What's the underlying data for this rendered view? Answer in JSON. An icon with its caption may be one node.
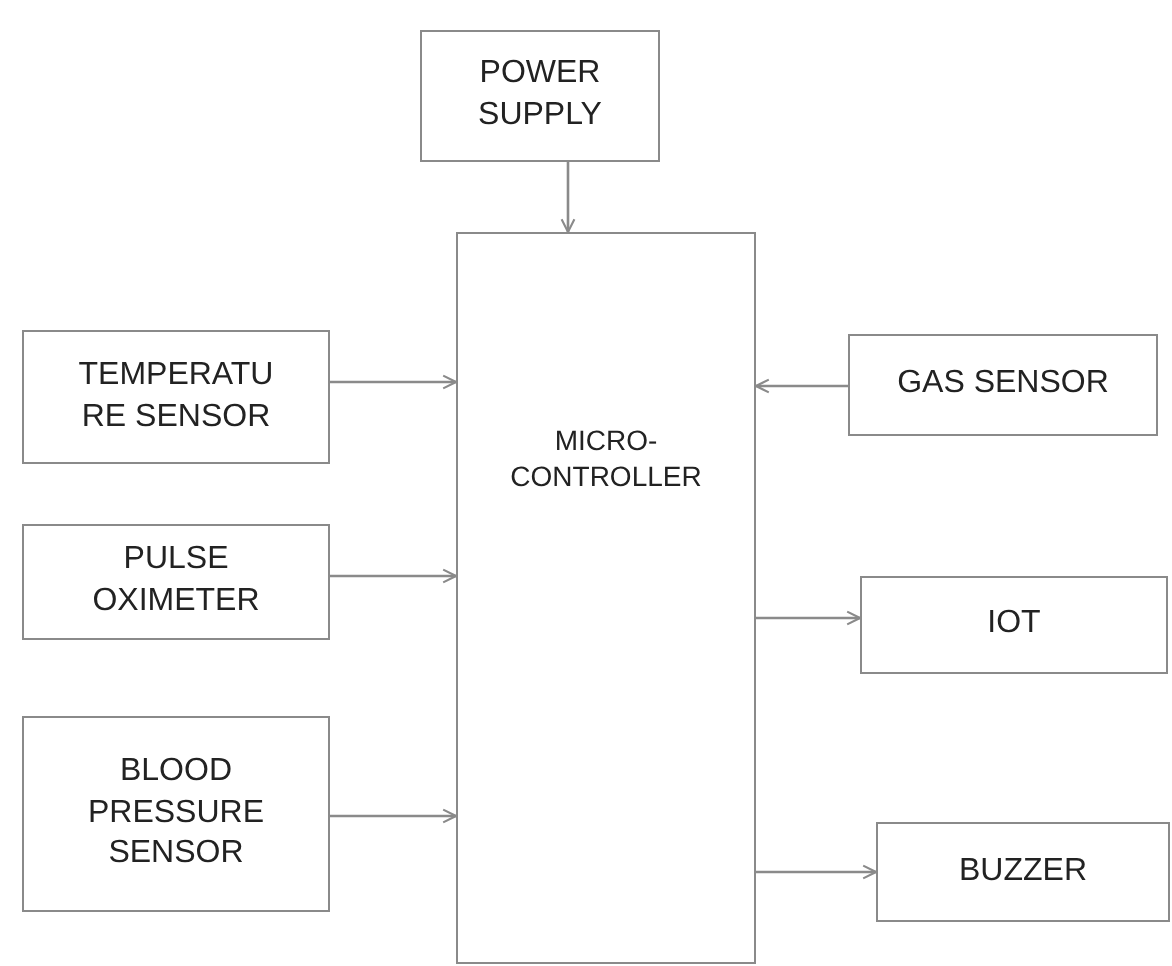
{
  "diagram": {
    "nodes": [
      {
        "text": [
          "POWER SUPPLY"
        ]
      },
      {
        "text": [
          "MICRO- CONTROLLER"
        ]
      },
      {
        "text": [
          "TEMPERATU RE SENSOR"
        ]
      },
      {
        "text": [
          "PULSE OXIMETER"
        ]
      },
      {
        "text": [
          "BLOOD PRESSURE SENSOR"
        ]
      },
      {
        "text": [
          "GAS SENSOR"
        ]
      },
      {
        "text": [
          "IOT"
        ]
      },
      {
        "text": [
          "BUZZER"
        ]
      }
    ],
    "edges": [
      {
        "from": 0,
        "to": 1,
        "arrow": "to"
      },
      {
        "from": 2,
        "to": 1,
        "arrow": "to"
      },
      {
        "from": 3,
        "to": 1,
        "arrow": "to"
      },
      {
        "from": 4,
        "to": 1,
        "arrow": "to"
      },
      {
        "from": 5,
        "to": 1,
        "arrow": "to"
      },
      {
        "from": 1,
        "to": 6,
        "arrow": "to"
      },
      {
        "from": 1,
        "to": 7,
        "arrow": "to"
      }
    ]
  }
}
